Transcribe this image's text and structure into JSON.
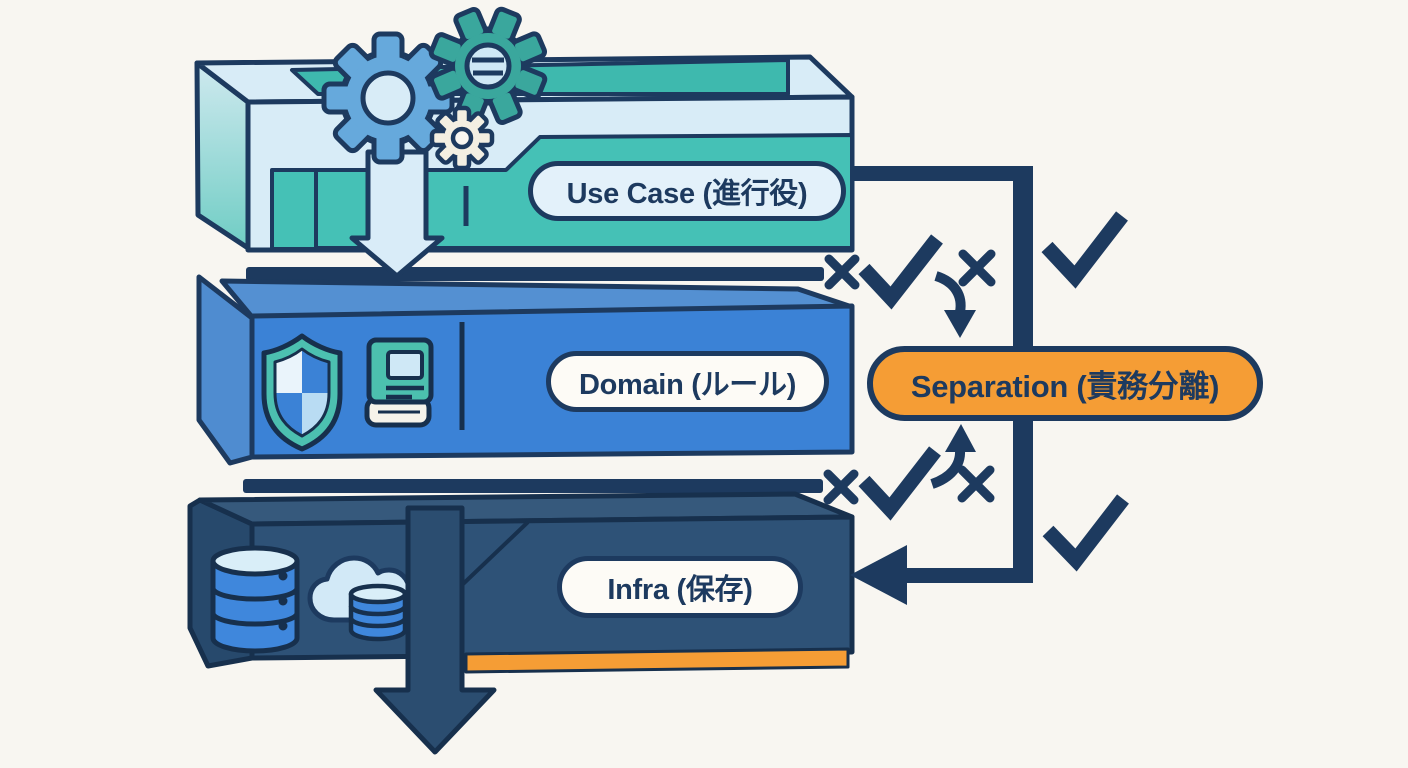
{
  "diagram": {
    "type": "layered-architecture",
    "background_color": "#f8f6f1",
    "outline_color": "#1d3a5f",
    "layers": [
      {
        "label": "Use Case (進行役)",
        "fill": "#45c1b6",
        "top_fill": "#d8ecf7",
        "pill_fill": "#e3f1fa",
        "icons": [
          "gear-icon",
          "gear-icon",
          "gear-icon",
          "down-flow-arrow-icon"
        ]
      },
      {
        "label": "Domain (ルール)",
        "fill": "#3b82d6",
        "pill_fill": "#fdfbf6",
        "icons": [
          "shield-icon",
          "book-icon"
        ]
      },
      {
        "label": "Infra (保存)",
        "fill": "#2e5277",
        "accent_stripe": "#f59d35",
        "pill_fill": "#fdfbf6",
        "icons": [
          "database-icon",
          "cloud-icon",
          "database-icon",
          "down-flow-arrow-icon"
        ]
      }
    ],
    "badge": {
      "label": "Separation (責務分離)",
      "fill": "#f59d35",
      "border_color": "#1d3a5f",
      "text_color": "#1d3a5f"
    },
    "separators": [
      {
        "between": "use-case / domain",
        "marks": [
          "x-icon",
          "check-icon",
          "curved-down-arrow-icon",
          "x-icon"
        ],
        "right_mark": "check-icon"
      },
      {
        "between": "domain / infra",
        "marks": [
          "x-icon",
          "check-icon",
          "curved-up-arrow-icon",
          "x-icon"
        ],
        "right_mark": "check-icon"
      }
    ],
    "flow_line": {
      "shape": "right-elbow",
      "arrowhead": "points-into-infra-layer"
    }
  }
}
